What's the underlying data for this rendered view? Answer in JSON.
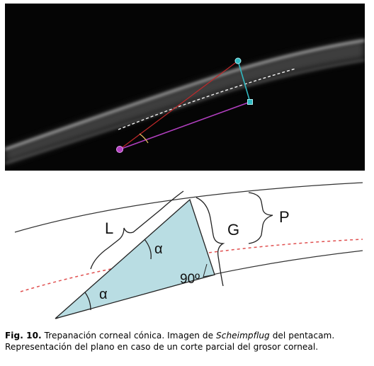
{
  "diagram": {
    "labels": {
      "l": "L",
      "g": "G",
      "p": "P",
      "alpha_top": "α",
      "alpha_bottom": "α",
      "right_angle": "90º"
    }
  },
  "caption": {
    "fig_label": "Fig. 10.",
    "text_before": " Trepanación corneal cónica. Imagen de ",
    "emphasis": "Scheimpflug",
    "text_after": " del pentacam. Representación del plano en caso de un corte parcial del grosor corneal."
  },
  "colors": {
    "photo_background": "#050505",
    "triangle_fill": "#b9dde3",
    "midline_dashes": "#e05050",
    "red_line": "#c0282a",
    "cyan_marker": "#2fb8c0",
    "magenta_marker": "#b23fc0"
  }
}
